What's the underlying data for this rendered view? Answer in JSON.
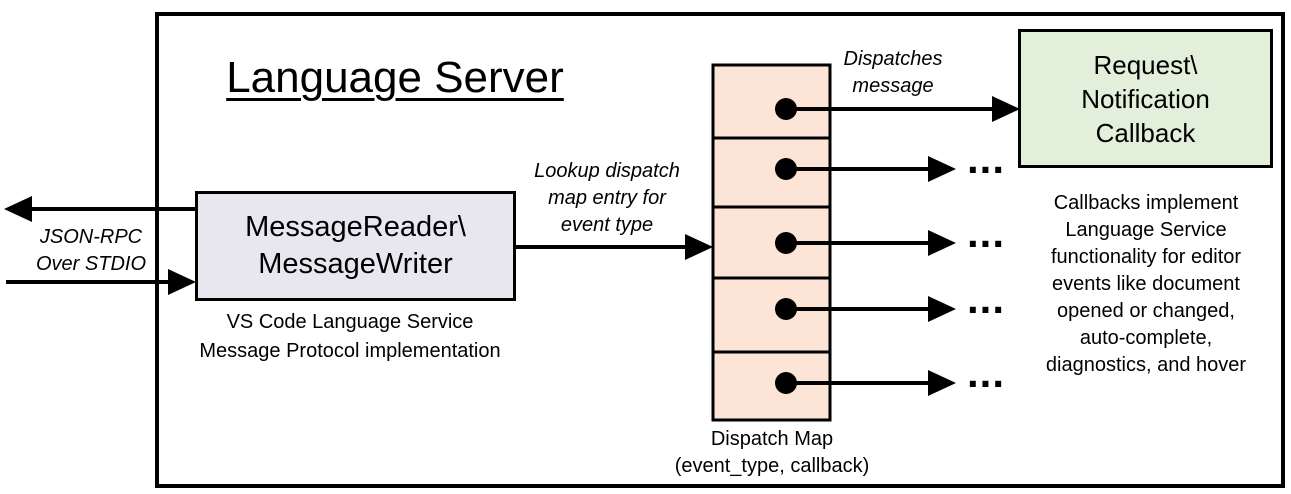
{
  "title": "Language Server",
  "io": {
    "label": "JSON-RPC\nOver STDIO"
  },
  "message_box": {
    "label": "MessageReader\\\nMessageWriter",
    "caption": "VS Code Language Service\nMessage Protocol implementation"
  },
  "lookup": {
    "label": "Lookup dispatch\nmap entry for\nevent type"
  },
  "dispatch_map": {
    "caption": "Dispatch Map\n(event_type, callback)",
    "cell_count": 5
  },
  "dispatches": {
    "label": "Dispatches\nmessage"
  },
  "callback_box": {
    "label": "Request\\\nNotification\nCallback",
    "caption": "Callbacks implement\nLanguage Service\nfunctionality for editor\nevents like document\nopened or changed,\nauto-complete,\ndiagnostics, and hover"
  },
  "ellipsis": "...",
  "colors": {
    "message_box_fill": "#E8E7EF",
    "dispatch_map_fill": "#FCE4D6",
    "callback_box_fill": "#E2EFDA",
    "line": "#000000"
  }
}
